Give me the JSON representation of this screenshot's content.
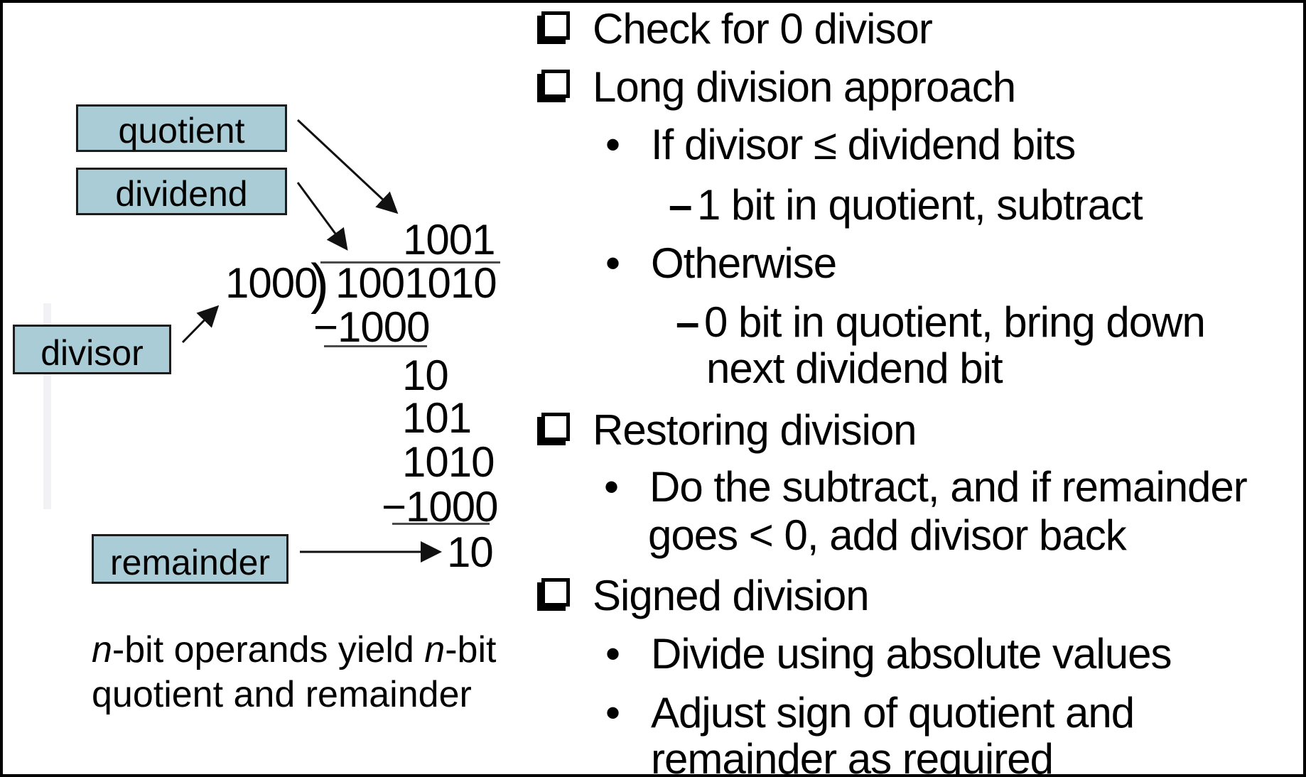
{
  "page": {
    "background": "#ffffff",
    "border_color": "#000000",
    "accent_box_fill": "#a9ccd6",
    "accent_box_border": "#1c1c1c"
  },
  "icons": {
    "level1_bullet": "shadowed-square-bullet",
    "level2_bullet": "dot-bullet",
    "level3_bullet": "dash-bullet",
    "arrow": "black-line-arrow"
  },
  "diagram": {
    "labels": {
      "quotient": "quotient",
      "dividend": "dividend",
      "divisor": "divisor",
      "remainder": "remainder"
    },
    "division": {
      "quotient": "1001",
      "divisor": "1000",
      "paren": ")",
      "dividend": "1001010",
      "steps": [
        {
          "text": "−1000",
          "underline": true
        },
        {
          "text": "10",
          "underline": false
        },
        {
          "text": "101",
          "underline": false
        },
        {
          "text": "1010",
          "underline": false
        },
        {
          "text": "−1000",
          "underline": true
        },
        {
          "text": "10",
          "underline": false
        }
      ]
    },
    "caption": {
      "line1_runs": [
        {
          "t": "n",
          "i": true
        },
        {
          "t": "-bit operands yield "
        },
        {
          "t": "n",
          "i": true
        },
        {
          "t": "-bit"
        }
      ],
      "line2": "quotient and remainder"
    }
  },
  "bullets": [
    {
      "level": 1,
      "marker": "square",
      "text": "Check for 0 divisor"
    },
    {
      "level": 1,
      "marker": "square",
      "text": "Long division approach"
    },
    {
      "level": 2,
      "marker": "dot",
      "text": "If divisor ≤ dividend bits"
    },
    {
      "level": 3,
      "marker": "dash",
      "text": "1 bit in quotient, subtract"
    },
    {
      "level": 2,
      "marker": "dot",
      "text": "Otherwise"
    },
    {
      "level": 3,
      "marker": "dash",
      "text": "0 bit in quotient, bring down"
    },
    {
      "level": 3,
      "marker": "none",
      "text": "next dividend bit"
    },
    {
      "level": 1,
      "marker": "square",
      "text": "Restoring division"
    },
    {
      "level": 2,
      "marker": "dot",
      "text": "Do the subtract, and if remainder"
    },
    {
      "level": 2,
      "marker": "none",
      "text": "goes < 0, add divisor back"
    },
    {
      "level": 1,
      "marker": "square",
      "text": "Signed division"
    },
    {
      "level": 2,
      "marker": "dot",
      "text": "Divide using absolute values"
    },
    {
      "level": 2,
      "marker": "dot",
      "text": "Adjust sign of quotient and"
    },
    {
      "level": 2,
      "marker": "none",
      "text": "remainder as required"
    }
  ]
}
